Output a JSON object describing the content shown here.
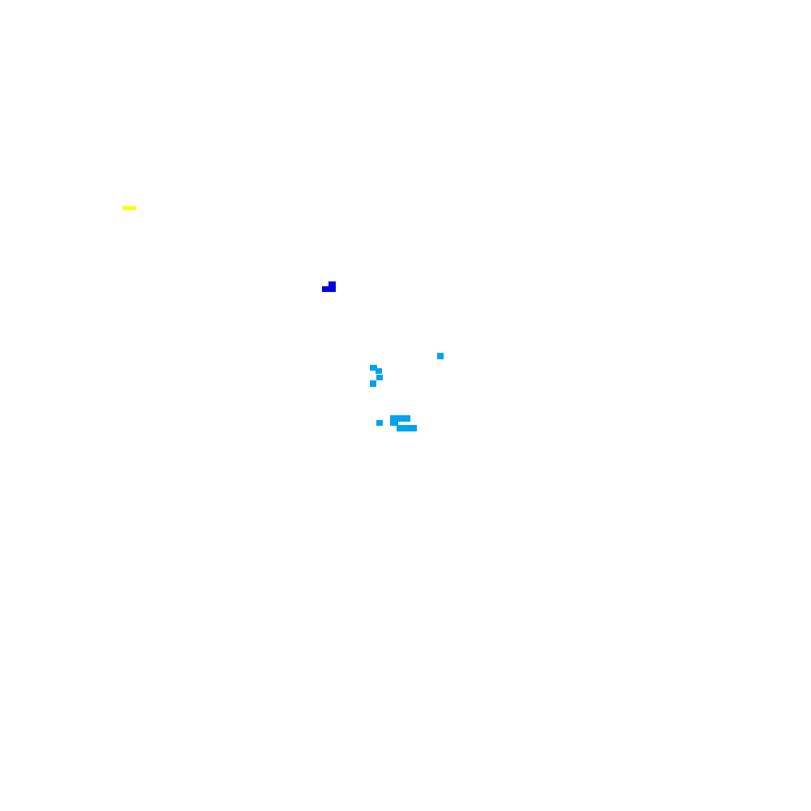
{
  "colors": {
    "background": "#ffffff",
    "yellow": "#ffff00",
    "blue": "#0000dd",
    "sky": "#00a2f0"
  },
  "objects": [
    {
      "name": "yellow-piece",
      "color": "yellow"
    },
    {
      "name": "blue-piece",
      "color": "blue"
    },
    {
      "name": "sky-blue-cluster",
      "color": "sky"
    }
  ]
}
